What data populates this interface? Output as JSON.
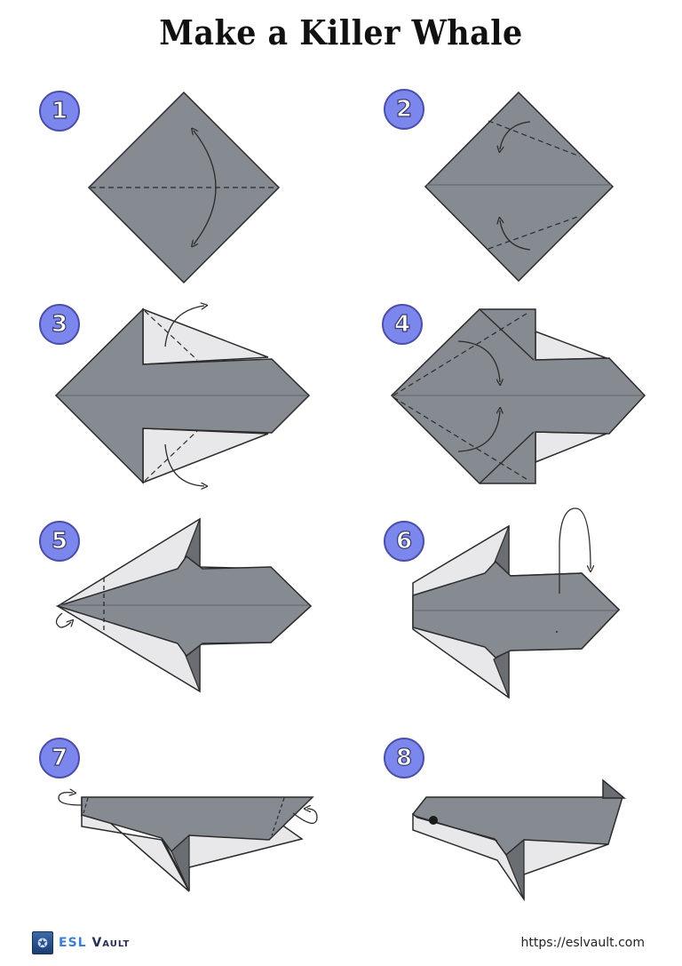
{
  "title": "Make a Killer Whale",
  "colors": {
    "paper_dark": "#868b91",
    "paper_darker": "#6a6e73",
    "paper_light": "#e8e8ea",
    "outline": "#2b2b2b",
    "badge_fill": "#7c87ee",
    "badge_border": "#4b4fa8"
  },
  "steps": [
    {
      "number": "1",
      "description": "Square diamond with horizontal valley fold line and two-way arrow"
    },
    {
      "number": "2",
      "description": "Fold top and bottom edges to center line"
    },
    {
      "number": "3",
      "description": "Unfold flaps outward"
    },
    {
      "number": "4",
      "description": "Fold left edges to center line"
    },
    {
      "number": "5",
      "description": "Fold tip behind along dashed line"
    },
    {
      "number": "6",
      "description": "Fold model in half backward"
    },
    {
      "number": "7",
      "description": "Inside-reverse fold both ends"
    },
    {
      "number": "8",
      "description": "Finished killer whale"
    }
  ],
  "footer": {
    "brand_first": "ESL",
    "brand_second": "Vault",
    "logo_icon": "vault-icon",
    "url": "https://eslvault.com"
  }
}
